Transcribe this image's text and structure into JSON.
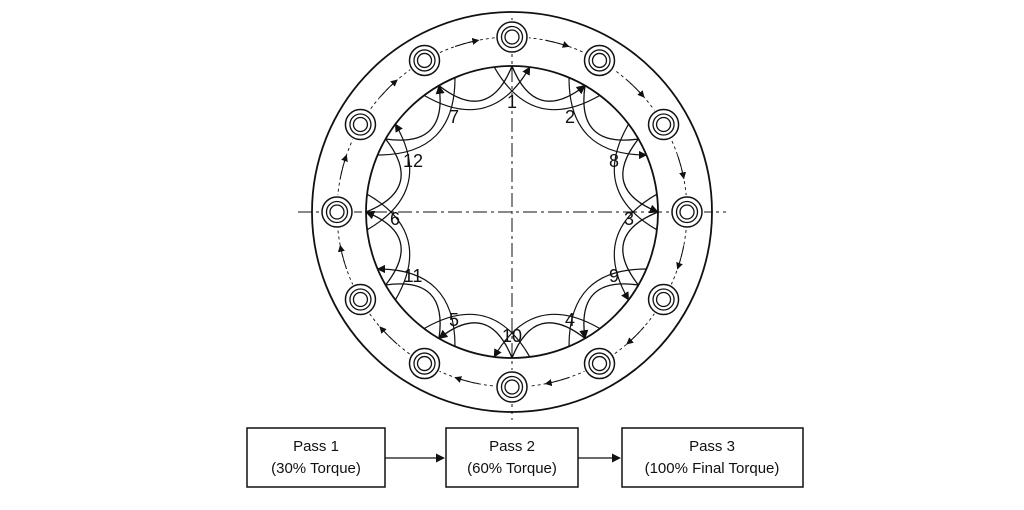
{
  "diagram": {
    "bolt_sequence": [
      "1",
      "2",
      "3",
      "4",
      "5",
      "6",
      "7",
      "8",
      "9",
      "10",
      "11",
      "12"
    ],
    "passes": [
      {
        "title": "Pass 1",
        "torque": "(30% Torque)"
      },
      {
        "title": "Pass 2",
        "torque": "(60% Torque)"
      },
      {
        "title": "Pass 3",
        "torque": "(100% Final Torque)"
      }
    ]
  }
}
